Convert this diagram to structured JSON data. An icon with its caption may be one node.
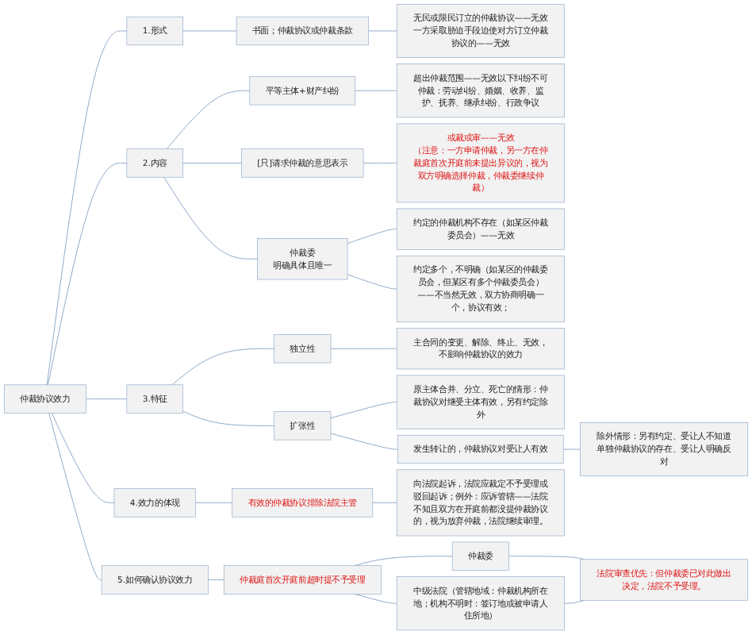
{
  "diagram": {
    "nodes": [
      {
        "text": [
          "仲裁协议效力"
        ]
      },
      {
        "text": [
          "1.形式"
        ]
      },
      {
        "text": [
          "书面；仲裁协议或仲裁条款"
        ]
      },
      {
        "text": [
          "无民或限民订立的仲裁协议——无效一方采取胁迫手段迫使对方订立仲裁协议的——无效"
        ]
      },
      {
        "text": [
          "2.内容"
        ]
      },
      {
        "text": [
          "平等主体+财产纠纷"
        ]
      },
      {
        "text": [
          "超出仲裁范围——无效以下纠纷不可仲裁：劳动纠纷、婚姻、收养、监护、抚养、继承纠纷、行政争议"
        ]
      },
      {
        "text": [
          "[只]请求仲裁的意思表示"
        ]
      },
      {
        "text": [
          "或裁或审——无效",
          "（注意：一方申请仲裁，另一方在仲裁庭首次开庭前未提出异议的，视为双方明确选择仲裁，仲裁委继续仲裁）"
        ]
      },
      {
        "text": [
          "仲裁委",
          "明确具体且唯一"
        ]
      },
      {
        "text": [
          "约定的仲裁机构不存在（如某区仲裁委员会）——无效"
        ]
      },
      {
        "text": [
          "约定多个，不明确（如某区的仲裁委员会，但某区有多个仲裁委员会）——不当然无效，双方协商明确一个，协议有效；"
        ]
      },
      {
        "text": [
          "3.特征"
        ]
      },
      {
        "text": [
          "独立性"
        ]
      },
      {
        "text": [
          "主合同的变更、解除、终止、无效，不影响仲裁协议的效力"
        ]
      },
      {
        "text": [
          "扩张性"
        ]
      },
      {
        "text": [
          "原主体合并、分立、死亡的情形：仲裁协议对继受主体有效，另有约定除外"
        ]
      },
      {
        "text": [
          "发生转让的，仲裁协议对受让人有效"
        ]
      },
      {
        "text": [
          "除外情形：另有约定、受让人不知道单独仲裁协议的存在、受让人明确反对"
        ]
      },
      {
        "text": [
          "4.效力的体现"
        ]
      },
      {
        "text": [
          "有效的仲裁协议排除法院主管"
        ]
      },
      {
        "text": [
          "向法院起诉，法院应裁定不予受理或驳回起诉；例外：应诉管辖——法院不知且双方在开庭前都没提仲裁协议的，视为放弃仲裁，法院继续审理。"
        ]
      },
      {
        "text": [
          "5.如何确认协议效力"
        ]
      },
      {
        "text": [
          "仲裁庭首次开庭前超时提不予受理"
        ]
      },
      {
        "text": [
          "仲裁委"
        ]
      },
      {
        "text": [
          "中级法院（管辖地域：仲裁机构所在地；机构不明时：签订地或被申请人住所地）"
        ]
      },
      {
        "text": [
          "法院审查优先：但仲裁委已对此做出决定，法院不予受理。"
        ]
      }
    ],
    "edges": [
      {
        "from": 0,
        "to": 1,
        "arrow": "none"
      },
      {
        "from": 0,
        "to": 4,
        "arrow": "none"
      },
      {
        "from": 0,
        "to": 12,
        "arrow": "none"
      },
      {
        "from": 0,
        "to": 19,
        "arrow": "none"
      },
      {
        "from": 0,
        "to": 22,
        "arrow": "none"
      },
      {
        "from": 1,
        "to": 2,
        "arrow": "none"
      },
      {
        "from": 2,
        "to": 3,
        "arrow": "none"
      },
      {
        "from": 4,
        "to": 5,
        "arrow": "none"
      },
      {
        "from": 5,
        "to": 6,
        "arrow": "none"
      },
      {
        "from": 4,
        "to": 7,
        "arrow": "none"
      },
      {
        "from": 7,
        "to": 8,
        "arrow": "none"
      },
      {
        "from": 4,
        "to": 9,
        "arrow": "none"
      },
      {
        "from": 9,
        "to": 10,
        "arrow": "none"
      },
      {
        "from": 9,
        "to": 11,
        "arrow": "none"
      },
      {
        "from": 12,
        "to": 13,
        "arrow": "none"
      },
      {
        "from": 13,
        "to": 14,
        "arrow": "none"
      },
      {
        "from": 12,
        "to": 15,
        "arrow": "none"
      },
      {
        "from": 15,
        "to": 16,
        "arrow": "none"
      },
      {
        "from": 15,
        "to": 17,
        "arrow": "none"
      },
      {
        "from": 17,
        "to": 18,
        "arrow": "none"
      },
      {
        "from": 19,
        "to": 20,
        "arrow": "none"
      },
      {
        "from": 20,
        "to": 21,
        "arrow": "none"
      },
      {
        "from": 22,
        "to": 23,
        "arrow": "none"
      },
      {
        "from": 23,
        "to": 24,
        "arrow": "none"
      },
      {
        "from": 23,
        "to": 25,
        "arrow": "none"
      },
      {
        "from": 24,
        "to": 26,
        "arrow": "none"
      },
      {
        "from": 25,
        "to": 26,
        "arrow": "none"
      }
    ]
  }
}
